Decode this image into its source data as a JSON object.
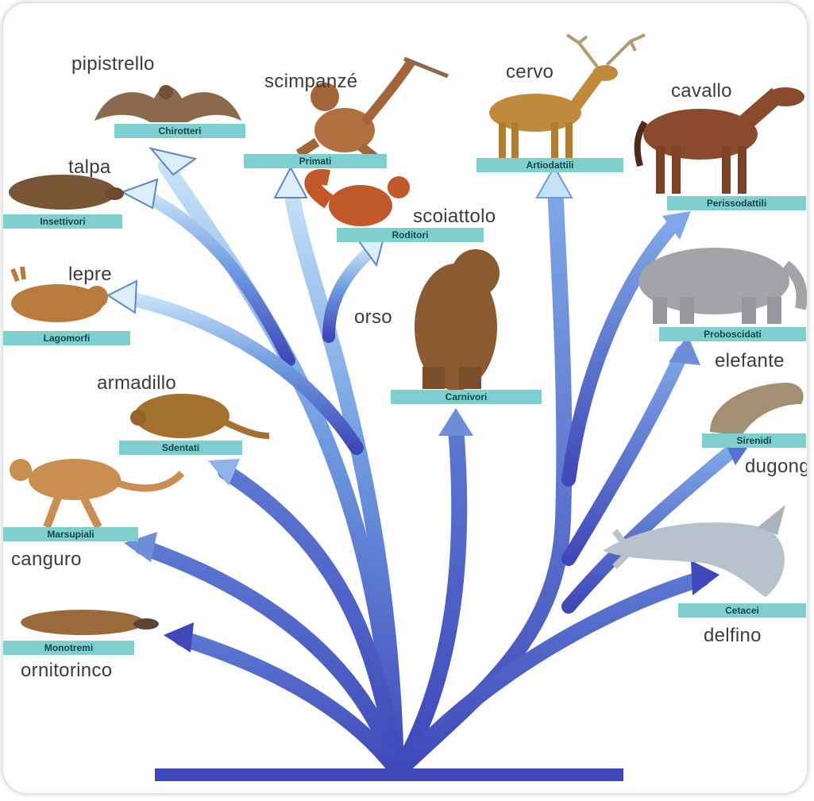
{
  "colors": {
    "trunk": "#3f48b8",
    "branch_mid": "#6f9be0",
    "branch_light": "#c6e3f8",
    "label_bar": "#7fcfcf",
    "label_text": "#17454a"
  },
  "groups": [
    {
      "order": "Chirotteri",
      "common": "pipistrello",
      "icon": "bat-icon"
    },
    {
      "order": "Primati",
      "common": "scimpanzé",
      "icon": "chimpanzee-icon"
    },
    {
      "order": "Artiodattili",
      "common": "cervo",
      "icon": "deer-icon"
    },
    {
      "order": "Perissodattili",
      "common": "cavallo",
      "icon": "horse-icon"
    },
    {
      "order": "Insettivori",
      "common": "talpa",
      "icon": "mole-icon"
    },
    {
      "order": "Roditori",
      "common": "scoiattolo",
      "icon": "squirrel-icon"
    },
    {
      "order": "Lagomorfi",
      "common": "lepre",
      "icon": "hare-icon"
    },
    {
      "order": "Carnivori",
      "common": "orso",
      "icon": "bear-icon"
    },
    {
      "order": "Proboscidati",
      "common": "elefante",
      "icon": "elephant-icon"
    },
    {
      "order": "Sdentati",
      "common": "armadillo",
      "icon": "armadillo-icon"
    },
    {
      "order": "Sirenidi",
      "common": "dugong",
      "icon": "dugong-icon"
    },
    {
      "order": "Marsupiali",
      "common": "canguro",
      "icon": "kangaroo-icon"
    },
    {
      "order": "Cetacei",
      "common": "delfino",
      "icon": "dolphin-icon"
    },
    {
      "order": "Monotremi",
      "common": "ornitorinco",
      "icon": "platypus-icon"
    }
  ]
}
